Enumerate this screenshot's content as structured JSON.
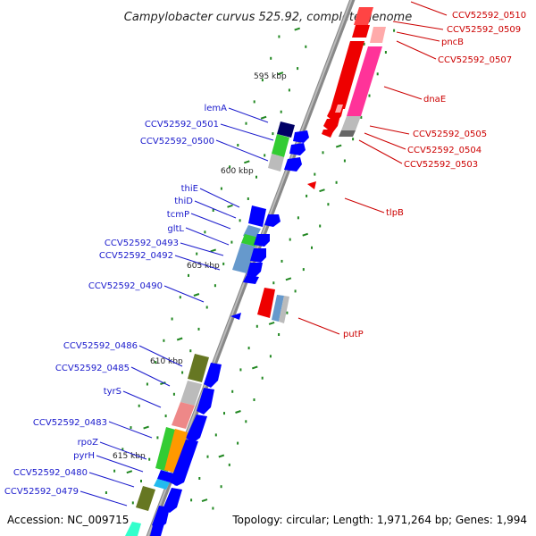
{
  "title": "Campylobacter curvus 525.92, complete genome",
  "footer": {
    "accession": "Accession: NC_009715",
    "summary": "Topology: circular; Length: 1,971,264 bp; Genes: 1,994"
  },
  "kbp_ticks": [
    "595 kbp",
    "600 kbp",
    "605 kbp",
    "610 kbp",
    "615 kbp"
  ],
  "genes_left": [
    {
      "label": "lemA",
      "color": "#000066"
    },
    {
      "label": "CCV52592_0501",
      "color": "#33cc33"
    },
    {
      "label": "CCV52592_0500",
      "color": "#bbbbbb"
    },
    {
      "label": "thiE",
      "color": "#0000ff"
    },
    {
      "label": "thiD",
      "color": "#0000ff"
    },
    {
      "label": "tcmP",
      "color": "#0000ff"
    },
    {
      "label": "gltL",
      "color": "#33cc33"
    },
    {
      "label": "CCV52592_0493",
      "color": "#6699cc"
    },
    {
      "label": "CCV52592_0492",
      "color": "#6699cc"
    },
    {
      "label": "CCV52592_0490",
      "color": "#0000ff"
    },
    {
      "label": "CCV52592_0486",
      "color": "#667722"
    },
    {
      "label": "CCV52592_0485",
      "color": "#bbbbbb"
    },
    {
      "label": "tyrS",
      "color": "#ee8888"
    },
    {
      "label": "CCV52592_0483",
      "color": "#ff9900"
    },
    {
      "label": "rpoZ",
      "color": "#33cc33"
    },
    {
      "label": "pyrH",
      "color": "#22bbee"
    },
    {
      "label": "CCV52592_0480",
      "color": "#0000ff"
    },
    {
      "label": "CCV52592_0479",
      "color": "#667722"
    }
  ],
  "genes_right": [
    {
      "label": "CCV52592_0510",
      "color": "#ee0000"
    },
    {
      "label": "CCV52592_0509",
      "color": "#ffaaaa"
    },
    {
      "label": "pncB",
      "color": "#ee0000"
    },
    {
      "label": "CCV52592_0507",
      "color": "#ff3399"
    },
    {
      "label": "dnaE",
      "color": "#ee0000"
    },
    {
      "label": "CCV52592_0505",
      "color": "#bbbbbb"
    },
    {
      "label": "CCV52592_0504",
      "color": "#ee0000"
    },
    {
      "label": "CCV52592_0503",
      "color": "#ee0000"
    },
    {
      "label": "tlpB",
      "color": "#ee0000"
    },
    {
      "label": "putP",
      "color": "#ee0000"
    }
  ]
}
